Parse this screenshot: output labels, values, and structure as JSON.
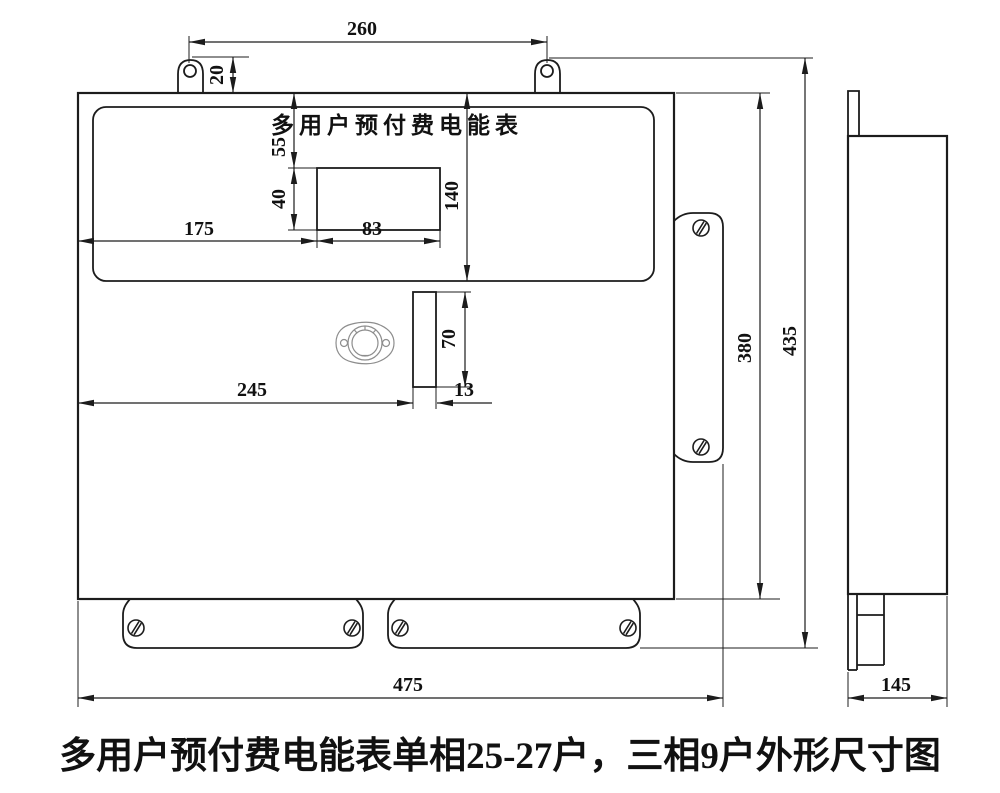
{
  "page": {
    "background": "#ffffff",
    "line_color": "#1c1c1c",
    "lock_color": "#8d8d8d"
  },
  "front_view": {
    "panel_title": "多用户预付费电能表",
    "dims": {
      "mounting_hole_spacing": "260",
      "ear_height": "20",
      "window_top_offset": "55",
      "window_height": "40",
      "panel_height": "140",
      "window_left_offset": "175",
      "window_width": "83",
      "slot_height": "70",
      "slot_width": "13",
      "slot_left_offset": "245",
      "body_height": "380",
      "overall_height": "435",
      "overall_width": "475"
    }
  },
  "side_view": {
    "dims": {
      "depth": "145"
    }
  },
  "caption": "多用户预付费电能表单相25-27户，三相9户外形尺寸图"
}
